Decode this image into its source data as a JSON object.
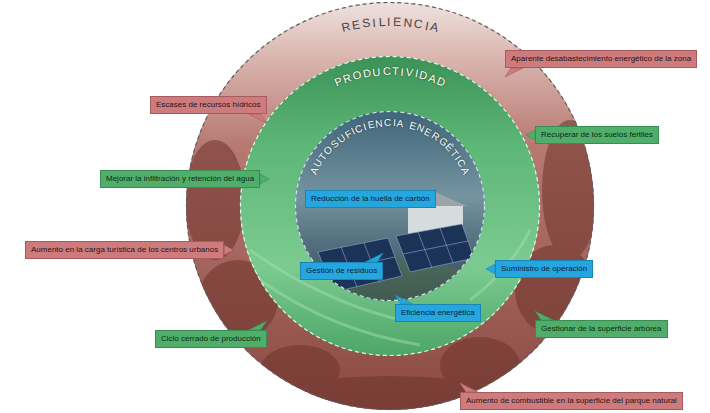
{
  "diagram": {
    "nodes": [
      {
        "text": [
          "RESILIENCIA"
        ]
      },
      {
        "text": [
          "PRODUCTIVIDAD"
        ],
        "in": 0
      },
      {
        "text": [
          "AUTOSUFICIENCIA ENERGÉTICA"
        ],
        "in": 1
      },
      {
        "text": [
          "Aparente desabastecimiento energético de la zona"
        ]
      },
      {
        "text": [
          "Escases de recursos hídricos"
        ]
      },
      {
        "text": [
          "Recuperar de los suelos fertiles"
        ]
      },
      {
        "text": [
          "Mejorar la infiltración y retención del agua"
        ]
      },
      {
        "text": [
          "Reducción de la huella de carbón"
        ],
        "in": 2
      },
      {
        "text": [
          "Aumento en la carga turística de los centros urbanos"
        ]
      },
      {
        "text": [
          "Gestión de residuos"
        ]
      },
      {
        "text": [
          "Suministro de operación"
        ]
      },
      {
        "text": [
          "Eficiencia energética"
        ]
      },
      {
        "text": [
          "Ciclo cerrado de producción"
        ]
      },
      {
        "text": [
          "Gestionar de la superficie arbórea"
        ]
      },
      {
        "text": [
          "Aumento de combustible en la superficie del parque natural"
        ]
      }
    ]
  }
}
